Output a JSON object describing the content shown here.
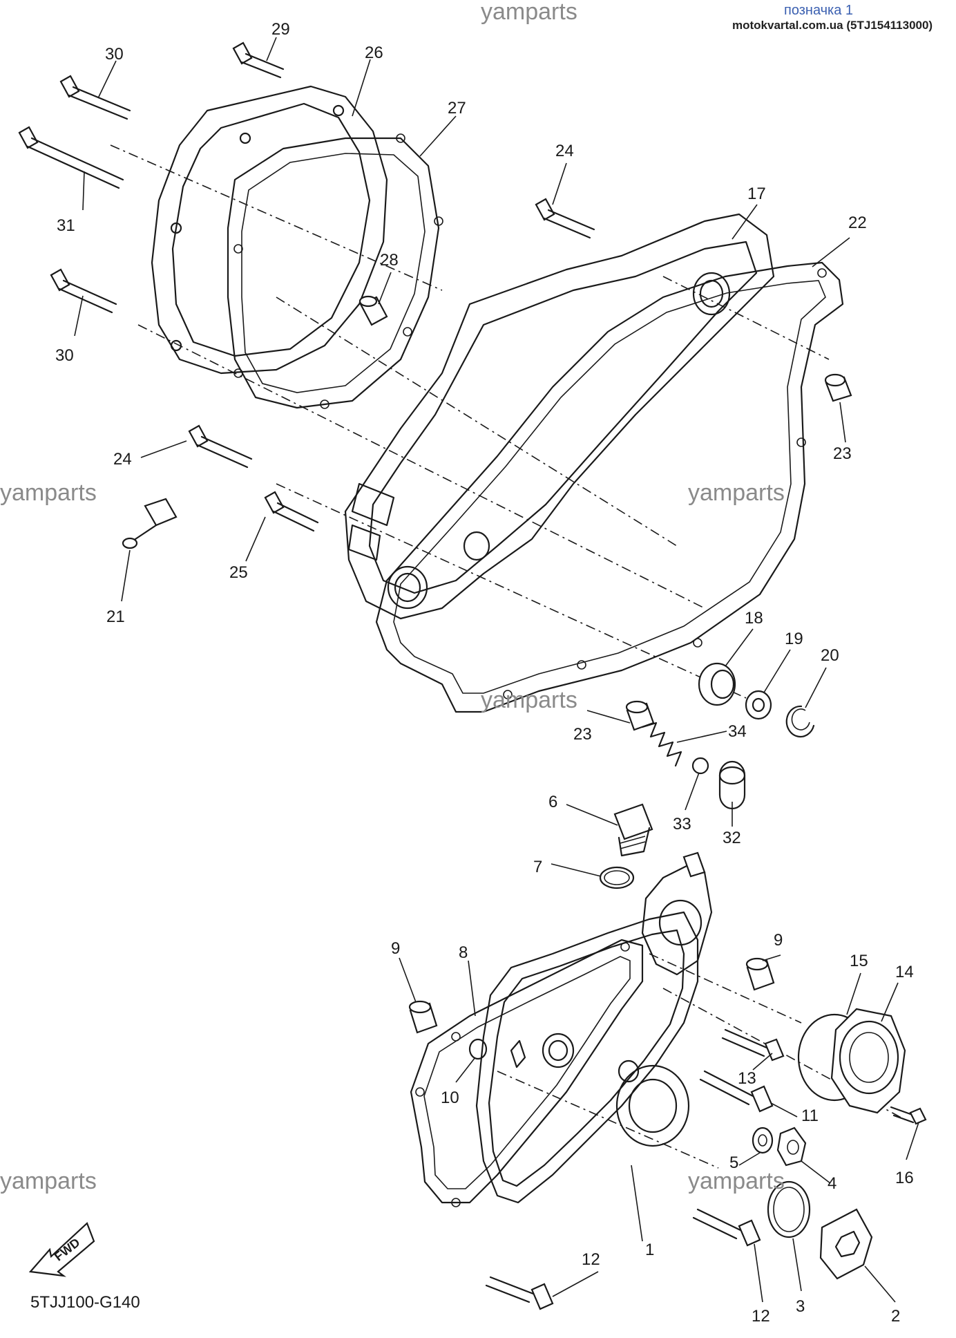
{
  "header": {
    "label": "позначка 1",
    "source": "motokvartal.com.ua (5TJ154113000)"
  },
  "watermark": "yamparts",
  "diagram_code": "5TJJ100-G140",
  "fwd_label": "FWD",
  "callouts": {
    "c1": "1",
    "c2": "2",
    "c3": "3",
    "c4": "4",
    "c5": "5",
    "c6": "6",
    "c7": "7",
    "c8": "8",
    "c9": "9",
    "c10": "10",
    "c11": "11",
    "c12": "12",
    "c13": "13",
    "c14": "14",
    "c15": "15",
    "c16": "16",
    "c17": "17",
    "c18": "18",
    "c19": "19",
    "c20": "20",
    "c21": "21",
    "c22": "22",
    "c23": "23",
    "c24": "24",
    "c25": "25",
    "c26": "26",
    "c27": "27",
    "c28": "28",
    "c29": "29",
    "c30": "30",
    "c31": "31",
    "c32": "32",
    "c33": "33",
    "c34": "34"
  },
  "colors": {
    "line": "#1a1a1a",
    "watermark": "#8a8a8a",
    "header": "#3a5fb0"
  }
}
